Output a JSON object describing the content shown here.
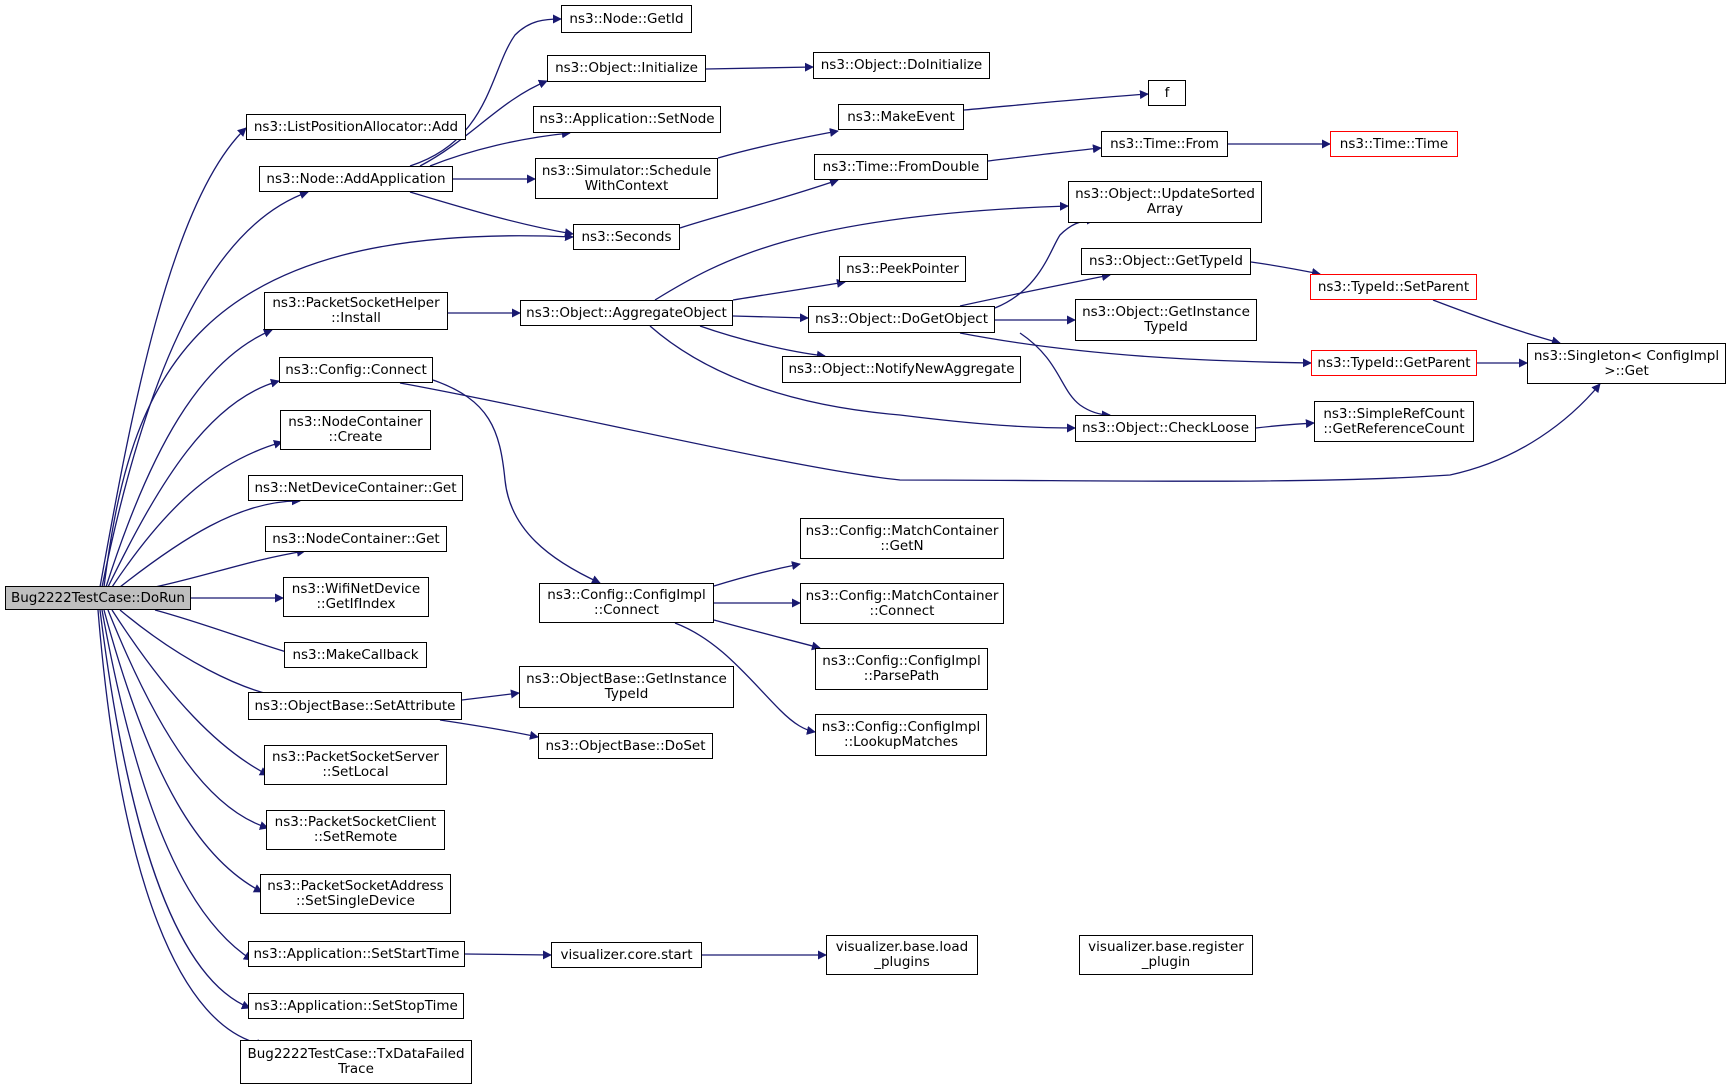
{
  "colors": {
    "edge": "#191970",
    "border": "#000000",
    "root_fill": "#bfbfbf",
    "truncated_border": "#ff0000"
  },
  "nodes": {
    "root": [
      "Bug2222TestCase::DoRun"
    ],
    "listposalloc_add": [
      "ns3::ListPositionAllocator::Add"
    ],
    "node_addapp": [
      "ns3::Node::AddApplication"
    ],
    "psh_install": [
      "ns3::PacketSocketHelper",
      "::Install"
    ],
    "config_connect": [
      "ns3::Config::Connect"
    ],
    "nc_create": [
      "ns3::NodeContainer",
      "::Create"
    ],
    "ndc_get": [
      "ns3::NetDeviceContainer::Get"
    ],
    "nc_get": [
      "ns3::NodeContainer::Get"
    ],
    "wifi_getifindex": [
      "ns3::WifiNetDevice",
      "::GetIfIndex"
    ],
    "makecallback": [
      "ns3::MakeCallback"
    ],
    "ob_setattr": [
      "ns3::ObjectBase::SetAttribute"
    ],
    "pss_setlocal": [
      "ns3::PacketSocketServer",
      "::SetLocal"
    ],
    "psc_setremote": [
      "ns3::PacketSocketClient",
      "::SetRemote"
    ],
    "psa_setsingle": [
      "ns3::PacketSocketAddress",
      "::SetSingleDevice"
    ],
    "app_setstart": [
      "ns3::Application::SetStartTime"
    ],
    "app_setstop": [
      "ns3::Application::SetStopTime"
    ],
    "txdatafailed": [
      "Bug2222TestCase::TxDataFailed",
      "Trace"
    ],
    "node_getid": [
      "ns3::Node::GetId"
    ],
    "obj_initialize": [
      "ns3::Object::Initialize"
    ],
    "app_setnode": [
      "ns3::Application::SetNode"
    ],
    "sim_schedctx": [
      "ns3::Simulator::Schedule",
      "WithContext"
    ],
    "seconds": [
      "ns3::Seconds"
    ],
    "obj_aggregate": [
      "ns3::Object::AggregateObject"
    ],
    "cfgimpl_connect": [
      "ns3::Config::ConfigImpl",
      "::Connect"
    ],
    "ob_getinsttid": [
      "ns3::ObjectBase::GetInstance",
      "TypeId"
    ],
    "ob_doset": [
      "ns3::ObjectBase::DoSet"
    ],
    "viz_start": [
      "visualizer.core.start"
    ],
    "obj_doinit": [
      "ns3::Object::DoInitialize"
    ],
    "makeevent": [
      "ns3::MakeEvent"
    ],
    "time_fromdouble": [
      "ns3::Time::FromDouble"
    ],
    "peekpointer": [
      "ns3::PeekPointer"
    ],
    "obj_dogetobject": [
      "ns3::Object::DoGetObject"
    ],
    "obj_notifynewagg": [
      "ns3::Object::NotifyNewAggregate"
    ],
    "mc_getn": [
      "ns3::Config::MatchContainer",
      "::GetN"
    ],
    "mc_connect": [
      "ns3::Config::MatchContainer",
      "::Connect"
    ],
    "cfgimpl_parse": [
      "ns3::Config::ConfigImpl",
      "::ParsePath"
    ],
    "cfgimpl_lookup": [
      "ns3::Config::ConfigImpl",
      "::LookupMatches"
    ],
    "viz_loadplugins": [
      "visualizer.base.load",
      "_plugins"
    ],
    "f": [
      "f"
    ],
    "time_from": [
      "ns3::Time::From"
    ],
    "obj_updatesorted": [
      "ns3::Object::UpdateSorted",
      "Array"
    ],
    "obj_gettypeid": [
      "ns3::Object::GetTypeId"
    ],
    "obj_getinsttid": [
      "ns3::Object::GetInstance",
      "TypeId"
    ],
    "obj_checkloose": [
      "ns3::Object::CheckLoose"
    ],
    "viz_register": [
      "visualizer.base.register",
      "_plugin"
    ],
    "time_time": [
      "ns3::Time::Time"
    ],
    "tid_setparent": [
      "ns3::TypeId::SetParent"
    ],
    "tid_getparent": [
      "ns3::TypeId::GetParent"
    ],
    "simplerefcount": [
      "ns3::SimpleRefCount",
      "::GetReferenceCount"
    ],
    "singleton_get": [
      "ns3::Singleton< ConfigImpl",
      ">::Get"
    ]
  }
}
